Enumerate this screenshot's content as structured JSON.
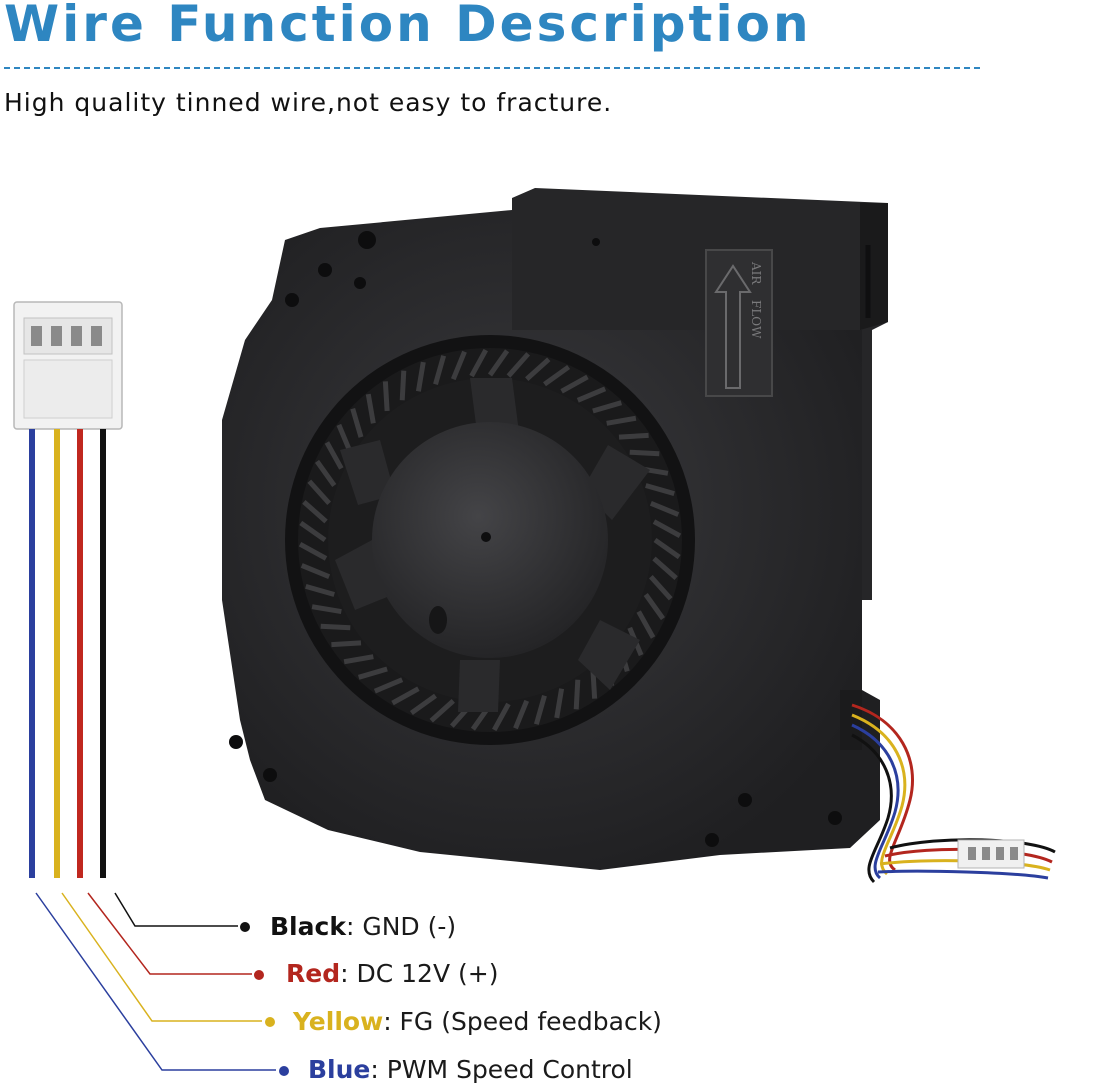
{
  "header": {
    "title": "Wire Function Description",
    "subtitle": "High quality tinned wire,not easy to fracture."
  },
  "product": {
    "label_line1": "AIR",
    "label_line2": "FLOW"
  },
  "wires": [
    {
      "name": "Black",
      "function": ": GND (-)",
      "color": "#111111"
    },
    {
      "name": "Red",
      "function": ": DC 12V (+)",
      "color": "#b3261e"
    },
    {
      "name": "Yellow",
      "function": ": FG (Speed feedback)",
      "color": "#d9b21e"
    },
    {
      "name": "Blue",
      "function": ": PWM Speed Control",
      "color": "#2b3f9e"
    }
  ],
  "colors": {
    "title": "#2e86c1",
    "fan_body": "#2a2a2c",
    "fan_dark": "#141415",
    "fan_light": "#4a4a4d"
  }
}
